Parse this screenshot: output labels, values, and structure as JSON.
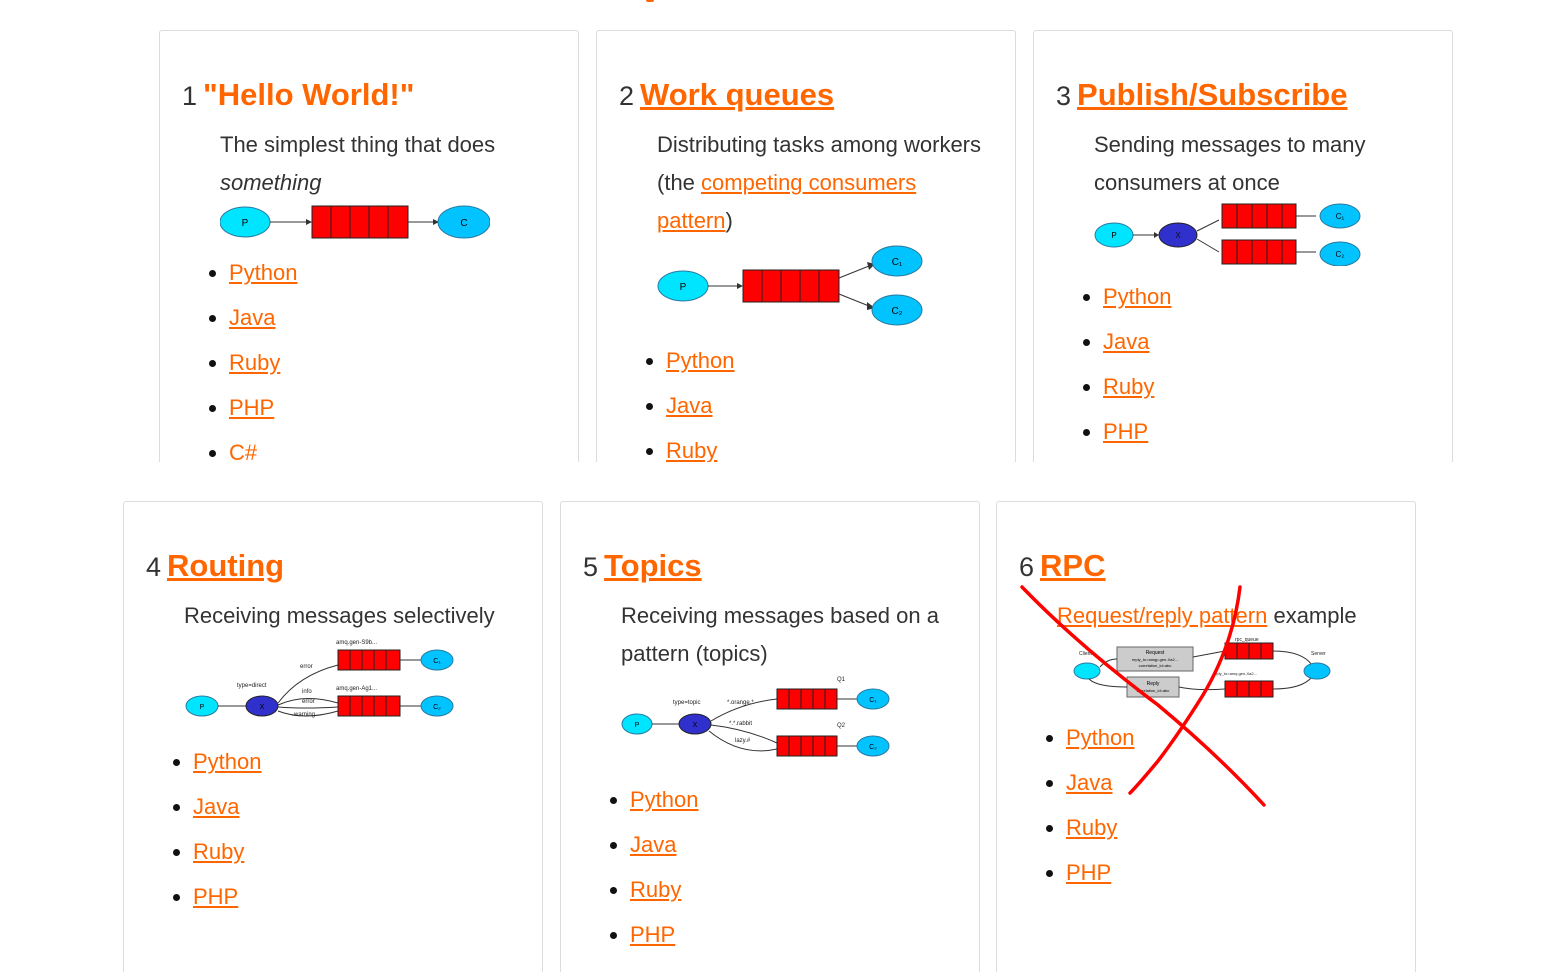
{
  "tutorials": [
    {
      "num": "1",
      "title": "\"Hello World!\"",
      "desc_parts": [
        "The simplest thing that does ",
        "something"
      ],
      "langs": [
        "Python",
        "Java",
        "Ruby",
        "PHP",
        "C#"
      ]
    },
    {
      "num": "2",
      "title": "Work queues",
      "desc_parts": [
        "Distributing tasks among workers (the ",
        "competing consumers pattern",
        ")"
      ],
      "langs": [
        "Python",
        "Java",
        "Ruby"
      ]
    },
    {
      "num": "3",
      "title": "Publish/Subscribe",
      "desc": "Sending messages to many consumers at once",
      "langs": [
        "Python",
        "Java",
        "Ruby",
        "PHP"
      ]
    },
    {
      "num": "4",
      "title": "Routing",
      "desc": "Receiving messages selectively",
      "langs": [
        "Python",
        "Java",
        "Ruby",
        "PHP"
      ]
    },
    {
      "num": "5",
      "title": "Topics",
      "desc": "Receiving messages based on a pattern (topics)",
      "langs": [
        "Python",
        "Java",
        "Ruby",
        "PHP"
      ]
    },
    {
      "num": "6",
      "title": "RPC",
      "desc_parts": [
        "Request/reply pattern",
        " example"
      ],
      "langs": [
        "Python",
        "Java",
        "Ruby",
        "PHP"
      ]
    }
  ],
  "diagram_labels": {
    "producer": "P",
    "consumer": "C",
    "c1": "C₁",
    "c2": "C₂",
    "exchange": "X",
    "routing_type": "type=direct",
    "error": "error",
    "info": "info",
    "warning": "warning",
    "amq1": "amq.gen-S9b...",
    "amq2": "amq.gen-Ag1...",
    "topic_type": "type=topic",
    "orange": "*.orange.*",
    "rabbit": "*.*.rabbit",
    "lazy": "lazy.#",
    "q1": "Q1",
    "q2": "Q2",
    "client": "Client",
    "server": "Server",
    "rpc_queue": "rpc_queue",
    "request": "Request",
    "request_sub1": "reply_to=amqp.gen-Xa2...",
    "request_sub2": "correlation_id=abc",
    "reply": "Reply",
    "reply_sub": "correlation_id=abc",
    "reply_queue": "reply_to=amq.gen-Xa2..."
  },
  "colors": {
    "accent": "#ff6600",
    "queue": "#ff0000",
    "node_cyan": "#00e5ff",
    "node_blue": "#00c3ff",
    "exchange": "#3030cc",
    "cross": "#ff0000"
  }
}
